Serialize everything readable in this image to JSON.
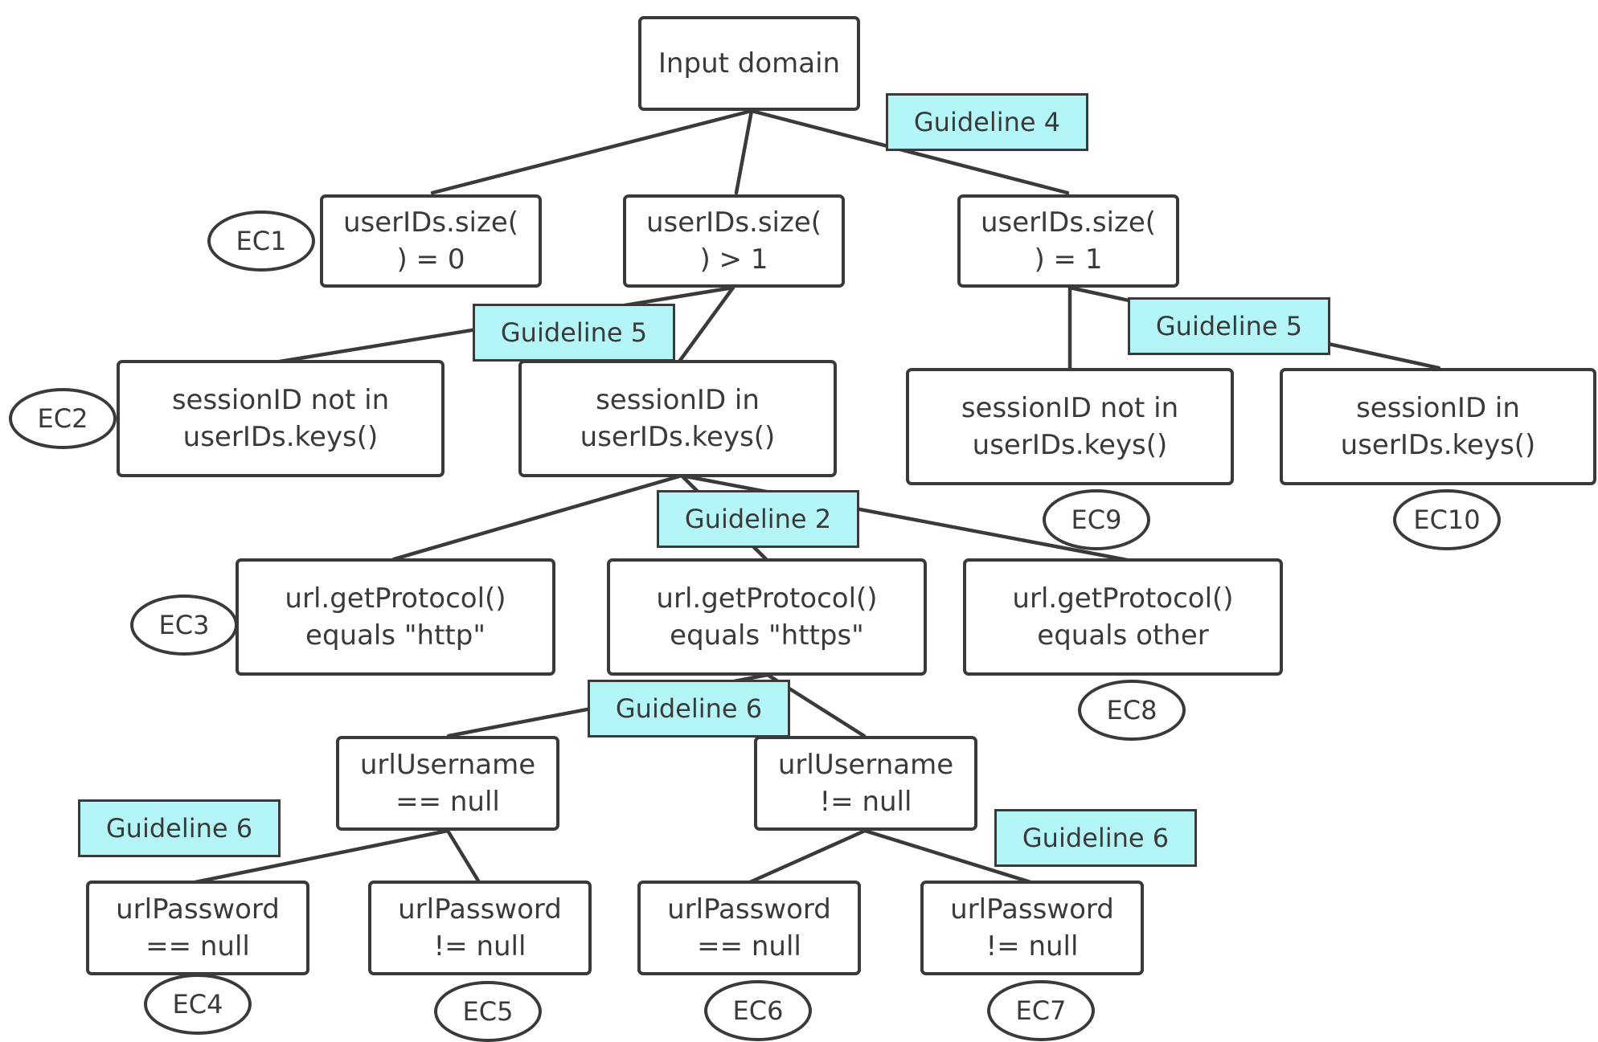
{
  "nodes": {
    "input_domain": "Input domain",
    "size_eq_0": "userIDs.size(\n) = 0",
    "size_gt_1": "userIDs.size(\n) > 1",
    "size_eq_1": "userIDs.size(\n) = 1",
    "session_not_in_a": "sessionID not in\nuserIDs.keys()",
    "session_in_a": "sessionID in\nuserIDs.keys()",
    "session_not_in_b": "sessionID not in\nuserIDs.keys()",
    "session_in_b": "sessionID in\nuserIDs.keys()",
    "protocol_http": "url.getProtocol()\nequals \"http\"",
    "protocol_https": "url.getProtocol()\nequals \"https\"",
    "protocol_other": "url.getProtocol()\nequals other",
    "username_null": "urlUsername\n== null",
    "username_not_null": "urlUsername\n!= null",
    "password_null_a": "urlPassword\n== null",
    "password_not_null_a": "urlPassword\n!= null",
    "password_null_b": "urlPassword\n== null",
    "password_not_null_b": "urlPassword\n!= null"
  },
  "guidelines": {
    "g4": "Guideline 4",
    "g5_left": "Guideline 5",
    "g5_right": "Guideline 5",
    "g2": "Guideline 2",
    "g6_center": "Guideline 6",
    "g6_left": "Guideline 6",
    "g6_right": "Guideline 6"
  },
  "equivalence_classes": {
    "ec1": "EC1",
    "ec2": "EC2",
    "ec3": "EC3",
    "ec4": "EC4",
    "ec5": "EC5",
    "ec6": "EC6",
    "ec7": "EC7",
    "ec8": "EC8",
    "ec9": "EC9",
    "ec10": "EC10"
  },
  "colors": {
    "guideline_fill": "#b4f5f7",
    "stroke": "#3a3a3a"
  }
}
